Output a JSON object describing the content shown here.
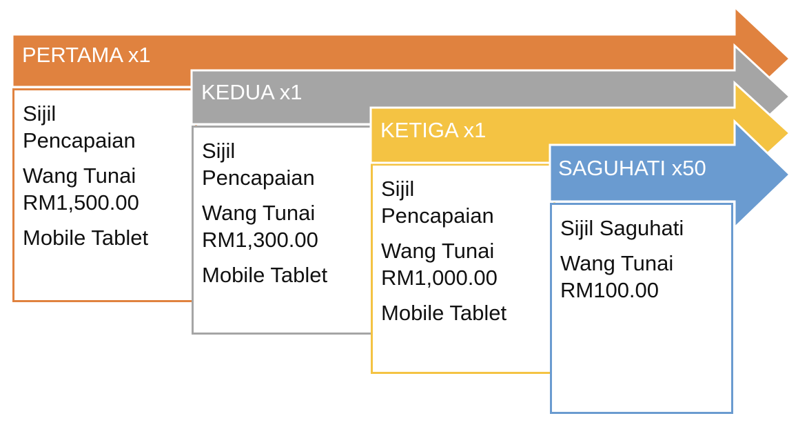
{
  "tiers": [
    {
      "id": "pertama",
      "label": "PERTAMA x1",
      "color": "#e0823f",
      "items": [
        "Sijil",
        "Pencapaian",
        "Wang Tunai",
        "RM1,500.00",
        "Mobile Tablet"
      ]
    },
    {
      "id": "kedua",
      "label": "KEDUA x1",
      "color": "#a5a5a5",
      "items": [
        "Sijil",
        "Pencapaian",
        "Wang Tunai",
        "RM1,300.00",
        "Mobile Tablet"
      ]
    },
    {
      "id": "ketiga",
      "label": "KETIGA x1",
      "color": "#f4c343",
      "items": [
        "Sijil",
        "Pencapaian",
        "Wang Tunai",
        "RM1,000.00",
        "Mobile Tablet"
      ]
    },
    {
      "id": "saguhati",
      "label": "SAGUHATI x50",
      "color": "#6a9bd0",
      "items": [
        "Sijil Saguhati",
        "Wang Tunai",
        "RM100.00"
      ]
    }
  ]
}
